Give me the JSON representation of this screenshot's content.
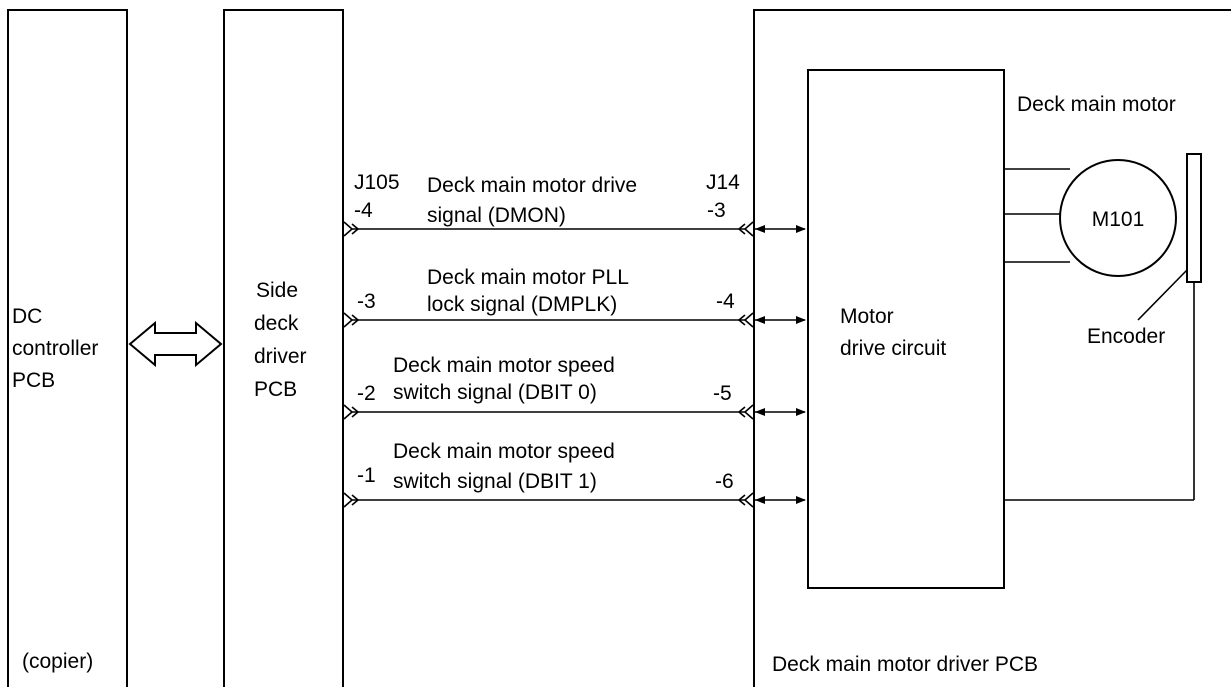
{
  "blocks": {
    "dc_controller": [
      "DC",
      "controller",
      "PCB"
    ],
    "copier": "(copier)",
    "side_deck_driver": [
      "Side",
      "deck",
      "driver",
      "PCB"
    ],
    "motor_drive_circuit": [
      "Motor",
      "drive circuit"
    ],
    "driver_pcb": "Deck main motor driver PCB",
    "deck_main_motor": "Deck main motor",
    "motor_id": "M101",
    "encoder": "Encoder"
  },
  "connectors": {
    "left": "J105",
    "right": "J14"
  },
  "signals": [
    {
      "left_pin": "-4",
      "right_pin": "-3",
      "label_1": "Deck main motor drive",
      "label_2": "signal (DMON)"
    },
    {
      "left_pin": "-3",
      "right_pin": "-4",
      "label_1": "Deck main motor PLL",
      "label_2": "lock signal (DMPLK)"
    },
    {
      "left_pin": "-2",
      "right_pin": "-5",
      "label_1": "Deck main motor speed",
      "label_2": "switch signal (DBIT 0)"
    },
    {
      "left_pin": "-1",
      "right_pin": "-6",
      "label_1": "Deck main motor speed",
      "label_2": "switch signal (DBIT 1)"
    }
  ]
}
